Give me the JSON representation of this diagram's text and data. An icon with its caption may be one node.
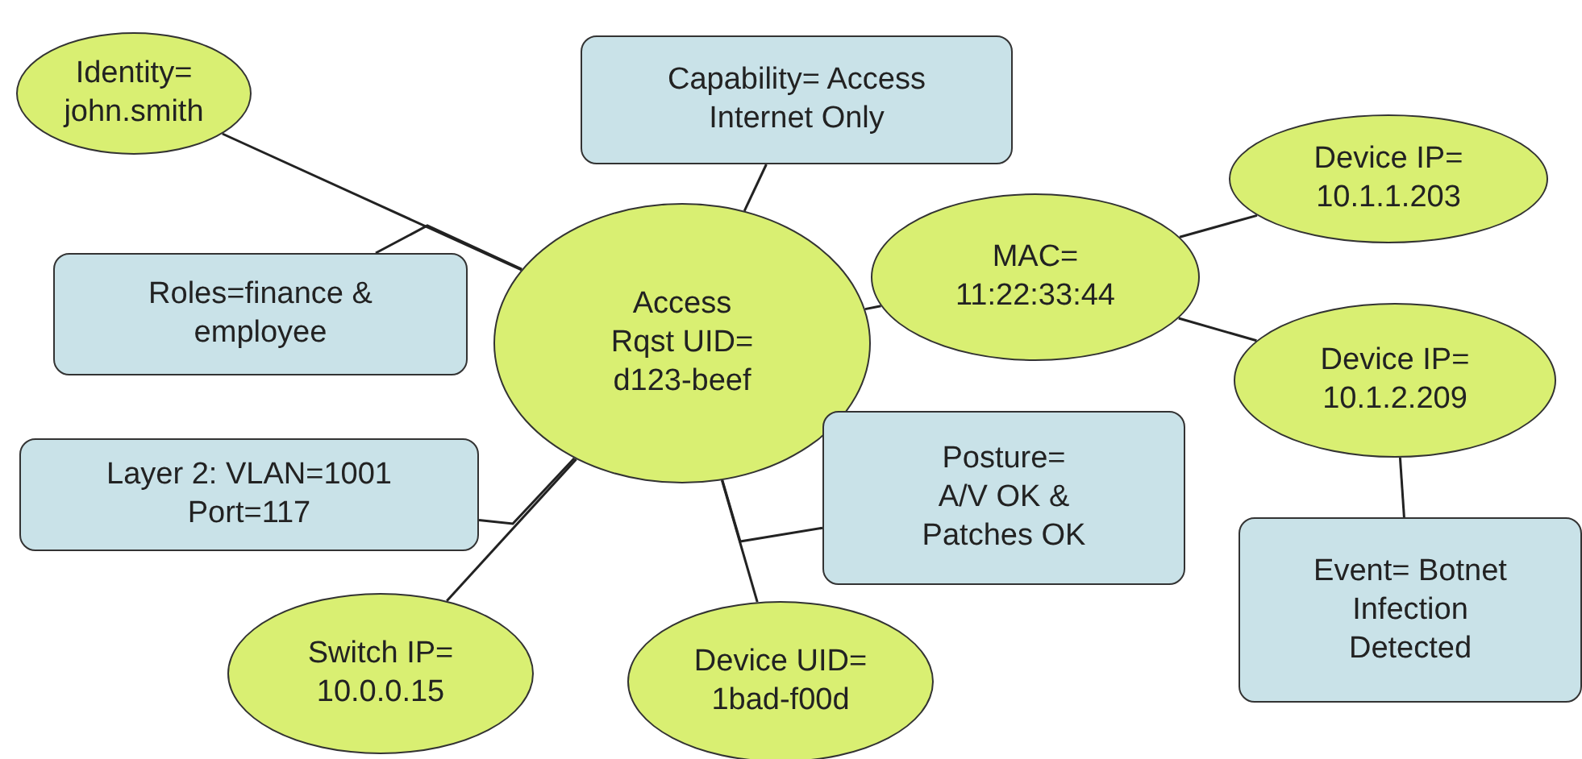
{
  "diagram": {
    "nodes": [
      {
        "text": [
          "Identity= john.smith"
        ]
      },
      {
        "text": [
          "Capability= Access Internet Only"
        ]
      },
      {
        "text": [
          "Device IP= 10.1.1.203"
        ]
      },
      {
        "text": [
          "Roles=finance & employee"
        ]
      },
      {
        "text": [
          "Access Rqst UID= d123-beef"
        ]
      },
      {
        "text": [
          "MAC= 11:22:33:44"
        ]
      },
      {
        "text": [
          "Device IP= 10.1.2.209"
        ]
      },
      {
        "text": [
          "Layer 2: VLAN=1001 Port=117"
        ]
      },
      {
        "text": [
          "Posture= A/V OK & Patches OK"
        ]
      },
      {
        "text": [
          "Event= Botnet Infection Detected"
        ]
      },
      {
        "text": [
          "Switch IP= 10.0.0.15"
        ]
      },
      {
        "text": [
          "Device UID= 1bad-f00d"
        ]
      }
    ],
    "edges": [
      {
        "from": 0,
        "to": 4,
        "arrow": "none"
      },
      {
        "from": 3,
        "to": 4,
        "arrow": "none"
      },
      {
        "from": 1,
        "to": 4,
        "arrow": "none"
      },
      {
        "from": 4,
        "to": 5,
        "arrow": "none"
      },
      {
        "from": 5,
        "to": 2,
        "arrow": "none"
      },
      {
        "from": 5,
        "to": 6,
        "arrow": "none"
      },
      {
        "from": 6,
        "to": 9,
        "arrow": "none"
      },
      {
        "from": 4,
        "to": 10,
        "arrow": "none"
      },
      {
        "from": 7,
        "to": 4,
        "arrow": "none"
      },
      {
        "from": 4,
        "to": 11,
        "arrow": "none"
      },
      {
        "from": 8,
        "to": 4,
        "arrow": "none"
      }
    ]
  }
}
